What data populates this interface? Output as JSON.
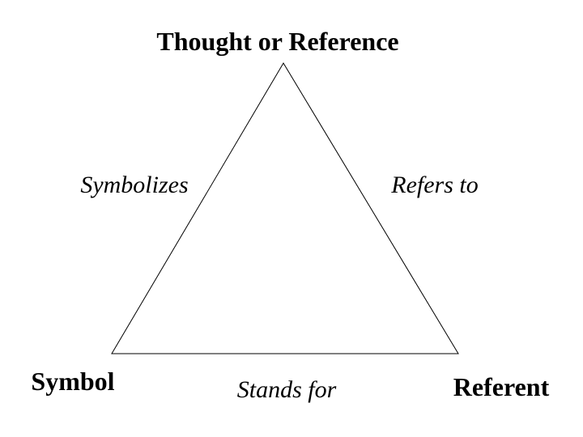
{
  "nodes": {
    "top": "Thought or Reference",
    "bottom_left": "Symbol",
    "bottom_right": "Referent"
  },
  "edges": {
    "left": "Symbolizes",
    "right": "Refers to",
    "bottom": "Stands for"
  },
  "colors": {
    "line": "#000000",
    "text": "#000000",
    "background": "#ffffff"
  }
}
